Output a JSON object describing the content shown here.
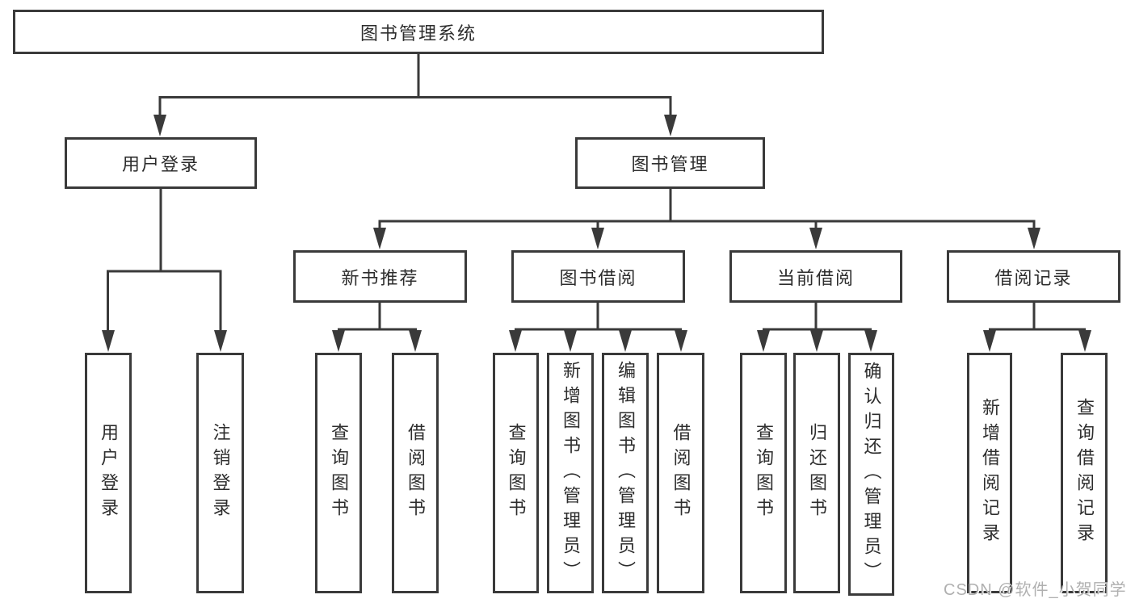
{
  "diagram": {
    "root": {
      "label": "图书管理系统"
    },
    "level2": [
      {
        "label": "用户登录"
      },
      {
        "label": "图书管理"
      }
    ],
    "level3": [
      {
        "label": "新书推荐"
      },
      {
        "label": "图书借阅"
      },
      {
        "label": "当前借阅"
      },
      {
        "label": "借阅记录"
      }
    ],
    "leaves": {
      "user_login": [
        "用户登录",
        "注销登录"
      ],
      "new_books": [
        "查询图书",
        "借阅图书"
      ],
      "book_borrow": [
        "查询图书",
        "新增图书（管理员）",
        "编辑图书（管理员）",
        "借阅图书"
      ],
      "current_borrow": [
        "查询图书",
        "归还图书",
        "确认归还（管理员）"
      ],
      "borrow_records": [
        "新增借阅记录",
        "查询借阅记录"
      ]
    }
  },
  "watermark": {
    "text": "CSDN @软件_小贺同学"
  },
  "colors": {
    "line": "#3a3a3a",
    "text": "#2d2d2d",
    "watermark": "#b0b0b0",
    "background": "#ffffff"
  }
}
